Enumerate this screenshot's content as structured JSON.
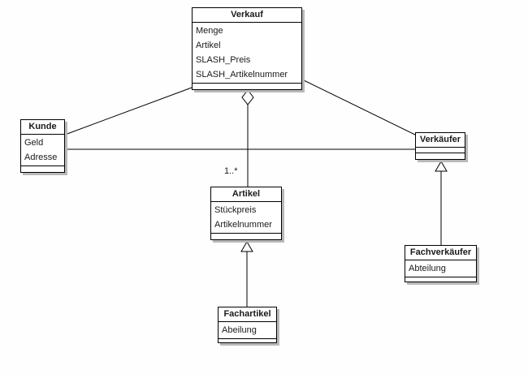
{
  "diagram": {
    "type": "uml-class-diagram",
    "colors": {
      "background": "#fefefe",
      "box_fill": "#ffffff",
      "box_border": "#000000",
      "box_shadow": "#b9b9b9",
      "line": "#000000",
      "text": "#1a1a1a"
    }
  },
  "classes": [
    {
      "name": "Verkauf",
      "attributes": [
        "Menge",
        "Artikel",
        "SLASH_Preis",
        "SLASH_Artikelnummer"
      ]
    },
    {
      "name": "Kunde",
      "attributes": [
        "Geld",
        "Adresse"
      ]
    },
    {
      "name": "Verkäufer",
      "attributes": []
    },
    {
      "name": "Artikel",
      "attributes": [
        "Stückpreis",
        "Artikelnummer"
      ]
    },
    {
      "name": "Fachverkäufer",
      "attributes": [
        "Abteilung"
      ]
    },
    {
      "name": "Fachartikel",
      "attributes": [
        "Abeilung"
      ]
    }
  ],
  "relationships": [
    {
      "type": "association",
      "from": "Kunde",
      "to": "Verkauf"
    },
    {
      "type": "association",
      "from": "Verkauf",
      "to": "Verkäufer"
    },
    {
      "type": "association",
      "from": "Kunde",
      "to": "Verkäufer"
    },
    {
      "type": "aggregation",
      "from": "Verkauf",
      "to": "Artikel",
      "multiplicity": "1..*"
    },
    {
      "type": "generalization",
      "from": "Fachverkäufer",
      "to": "Verkäufer"
    },
    {
      "type": "generalization",
      "from": "Fachartikel",
      "to": "Artikel"
    }
  ]
}
